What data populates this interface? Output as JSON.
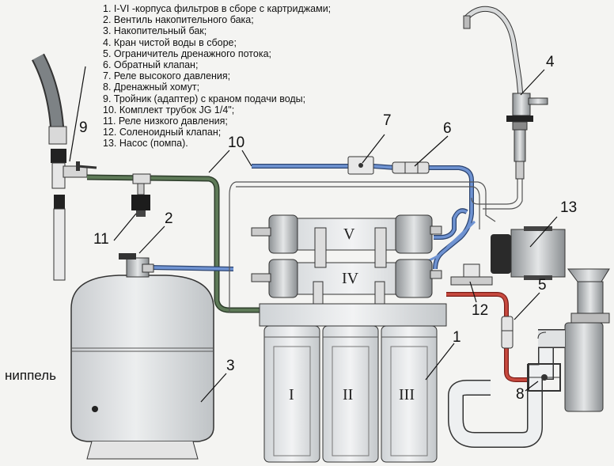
{
  "legend": [
    "1. I-VI -корпуса фильтров в сборе с картриджами;",
    "2. Вентиль накопительного бака;",
    "3. Накопительный бак;",
    "4. Кран чистой воды в сборе;",
    "5. Ограничитель дренажного потока;",
    "6. Обратный клапан;",
    "7. Реле высокого давления;",
    "8. Дренажный хомут;",
    "9. Тройник (адаптер) с краном подачи воды;",
    "10. Комплект трубок JG 1/4\";",
    "11. Реле низкого давления;",
    "12. Соленоидный клапан;",
    "13. Насос (помпа)."
  ],
  "callouts": {
    "n1": "1",
    "n2": "2",
    "n3": "3",
    "n4": "4",
    "n5": "5",
    "n6": "6",
    "n7": "7",
    "n8": "8",
    "n9": "9",
    "n10": "10",
    "n11": "11",
    "n12": "12",
    "n13": "13"
  },
  "filters": {
    "f1": "I",
    "f2": "II",
    "f3": "III",
    "f4": "IV",
    "f5": "V"
  },
  "tank_label": "ниппель",
  "colors": {
    "blue_tube": "#5a7fc0",
    "red_tube": "#b83a30",
    "green_tube": "#4f6b4a",
    "outline": "#333333"
  }
}
